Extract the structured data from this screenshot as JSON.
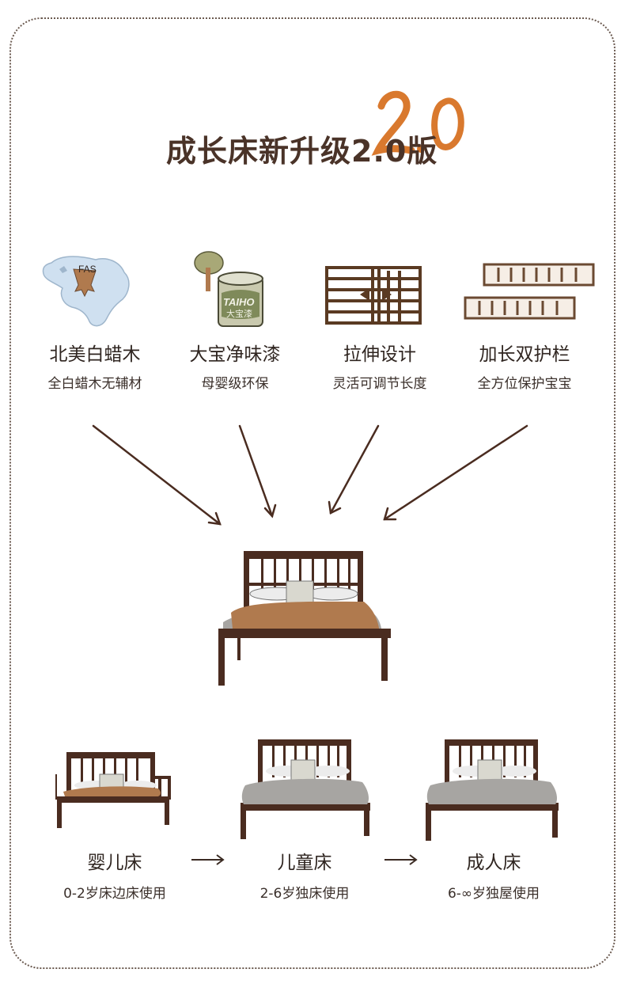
{
  "title": {
    "text": "成长床新升级2.0版",
    "deco": "2.0"
  },
  "features": [
    {
      "name": "北美白蜡木",
      "desc": "全白蜡木无辅材",
      "icon": "north-america-map-icon",
      "icon_text": "FAS"
    },
    {
      "name": "大宝净味漆",
      "desc": "母婴级环保",
      "icon": "paint-can-icon",
      "icon_text_1": "TAIHO",
      "icon_text_2": "大宝漆"
    },
    {
      "name": "拉伸设计",
      "desc": "灵活可调节长度",
      "icon": "extendable-frame-icon"
    },
    {
      "name": "加长双护栏",
      "desc": "全方位保护宝宝",
      "icon": "double-guardrail-icon"
    }
  ],
  "stages": [
    {
      "name": "婴儿床",
      "desc": "0-2岁床边床使用"
    },
    {
      "name": "儿童床",
      "desc": "2-6岁独床使用"
    },
    {
      "name": "成人床",
      "desc": "6-∞岁独屋使用"
    }
  ],
  "colors": {
    "wood": "#4a2c20",
    "blanket_orange": "#b07a4e",
    "blanket_gray": "#a7a5a2",
    "accent_orange": "#d9792e",
    "text": "#2f2520"
  }
}
